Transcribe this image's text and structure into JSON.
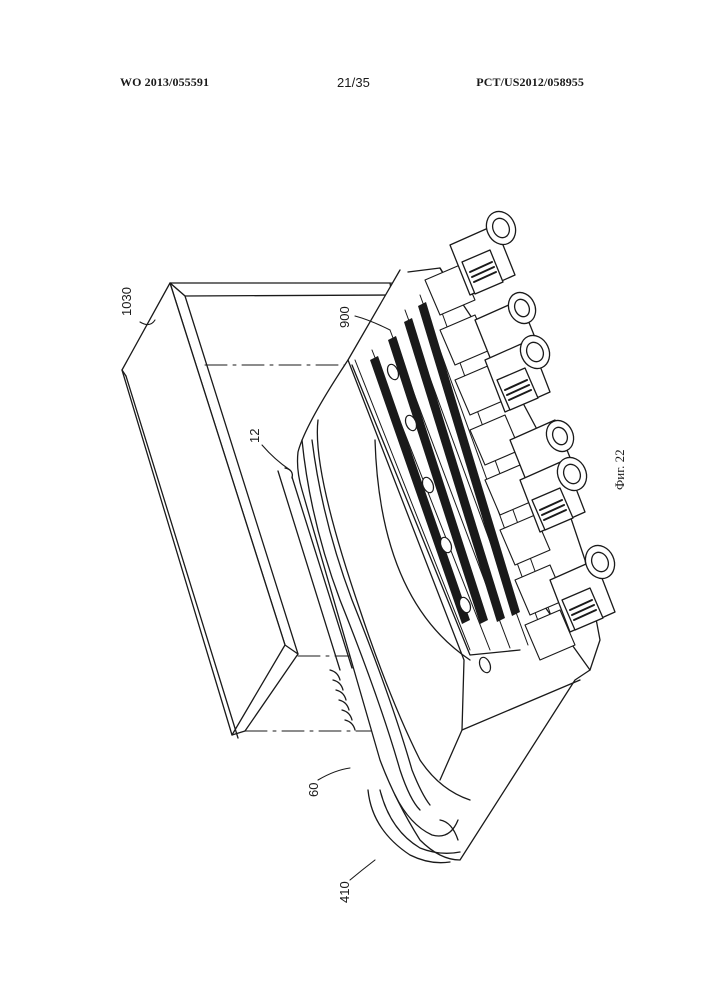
{
  "header": {
    "publication_number": "WO 2013/055591",
    "page": "21/35",
    "application_number": "PCT/US2012/058955"
  },
  "figure": {
    "caption": "Фиг. 22",
    "reference_labels": {
      "cover": "1030",
      "cable": "12",
      "module": "900",
      "tube": "60",
      "boot": "410"
    }
  }
}
